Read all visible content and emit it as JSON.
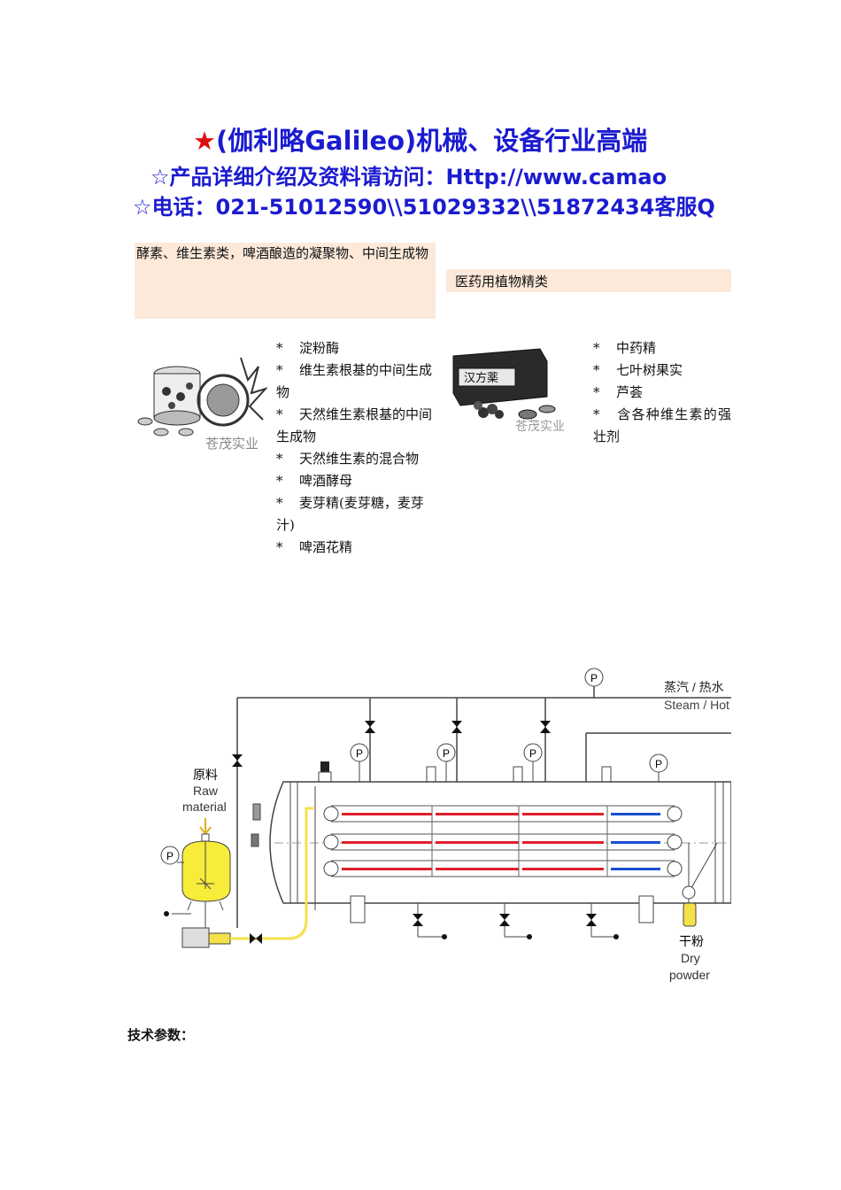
{
  "banner": {
    "line1": "★(伽利略Galileo)机械、设备行业高端",
    "line2": "☆产品详细介绍及资料请访问：Http://www.camao",
    "line3": "☆电话：021-51012590\\\\51029332\\\\51872434客服Q"
  },
  "left_category": {
    "title": "酵素、维生素类，啤酒酿造的凝聚物、中间生成物",
    "image_watermark": "苍茂实业",
    "items": [
      "淀粉酶",
      "维生素根基的中间生成物",
      "天然维生素根基的中间生成物",
      "天然维生素的混合物",
      "啤酒酵母",
      "麦芽精(麦芽糖，麦芽汁)",
      "啤酒花精"
    ]
  },
  "right_category": {
    "title": "医药用植物精类",
    "image_label": "汉方薬",
    "image_watermark": "苍茂实业",
    "items": [
      "中药精",
      "七叶树果实",
      "芦荟",
      "含各种维生素的强壮剂"
    ]
  },
  "bullet": "*",
  "diagram": {
    "pressure_gauge": "P",
    "steam_cn": "蒸汽 / 热水",
    "steam_en": "Steam / Hot",
    "raw_cn": "原料",
    "raw_en_1": "Raw",
    "raw_en_2": "material",
    "powder_cn": "干粉",
    "powder_en_1": "Dry",
    "powder_en_2": "powder"
  },
  "footer": {
    "tech_params": "技术参数："
  },
  "colors": {
    "banner_text": "#1b1bd0",
    "banner_star": "#e01010",
    "category_bg": "#fde9d9",
    "heater_red": "#e0202a",
    "heater_blue": "#1a4fd0",
    "feed_yellow": "#f4e14a"
  }
}
